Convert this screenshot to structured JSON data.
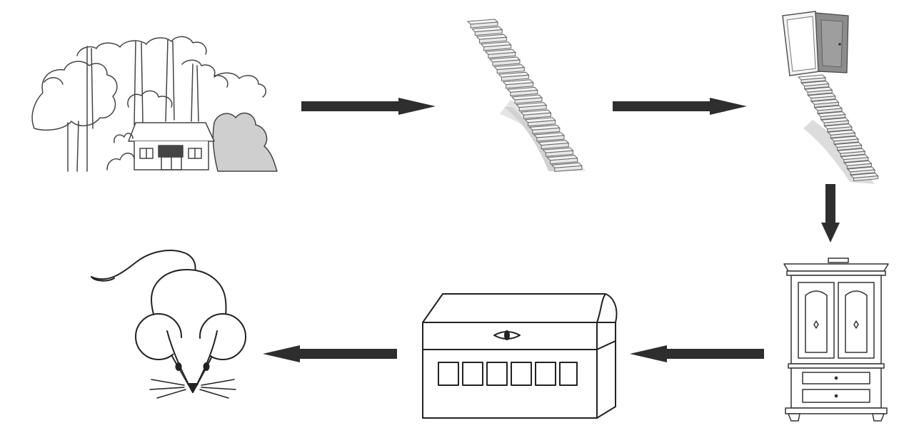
{
  "diagram": {
    "type": "sequence-flow",
    "nodes": [
      {
        "id": "house",
        "icon": "house-in-forest-icon",
        "order": 1
      },
      {
        "id": "stairs",
        "icon": "staircase-icon",
        "order": 2
      },
      {
        "id": "stairs-door",
        "icon": "staircase-to-door-icon",
        "order": 3
      },
      {
        "id": "wardrobe",
        "icon": "wardrobe-icon",
        "order": 4
      },
      {
        "id": "chest",
        "icon": "treasure-chest-icon",
        "order": 5
      },
      {
        "id": "mouse",
        "icon": "mouse-icon",
        "order": 6
      }
    ],
    "edges": [
      {
        "from": "house",
        "to": "stairs",
        "direction": "right"
      },
      {
        "from": "stairs",
        "to": "stairs-door",
        "direction": "right"
      },
      {
        "from": "stairs-door",
        "to": "wardrobe",
        "direction": "down"
      },
      {
        "from": "wardrobe",
        "to": "chest",
        "direction": "left"
      },
      {
        "from": "chest",
        "to": "mouse",
        "direction": "left"
      }
    ],
    "colors": {
      "line": "#333333",
      "arrow": "#2e2e2e",
      "shade": "#bdbdbd",
      "background": "#ffffff"
    }
  }
}
